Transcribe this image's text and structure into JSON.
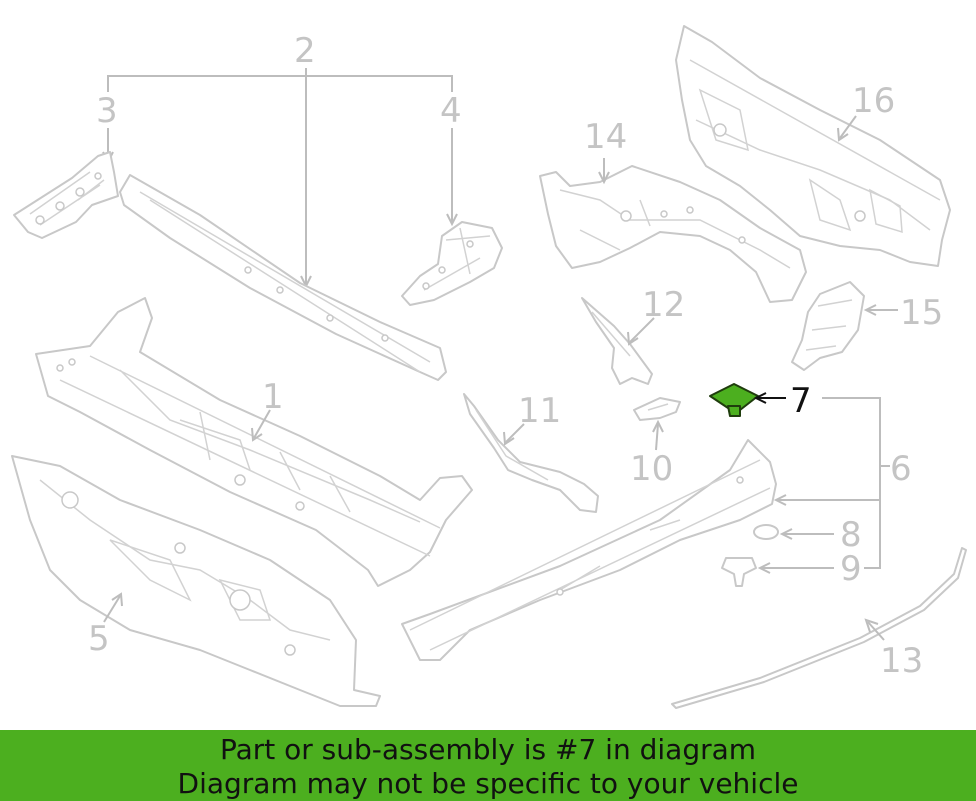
{
  "callouts": {
    "c1": "1",
    "c2": "2",
    "c3": "3",
    "c4": "4",
    "c5": "5",
    "c6": "6",
    "c7": "7",
    "c8": "8",
    "c9": "9",
    "c10": "10",
    "c11": "11",
    "c12": "12",
    "c13": "13",
    "c14": "14",
    "c15": "15",
    "c16": "16"
  },
  "highlight": {
    "part": "7",
    "fill_color": "#4caf1f"
  },
  "banner": {
    "line1": "Part or sub-assembly is #7 in diagram",
    "line2": "Diagram may not be specific to your vehicle",
    "background_color": "#4caf1f"
  }
}
